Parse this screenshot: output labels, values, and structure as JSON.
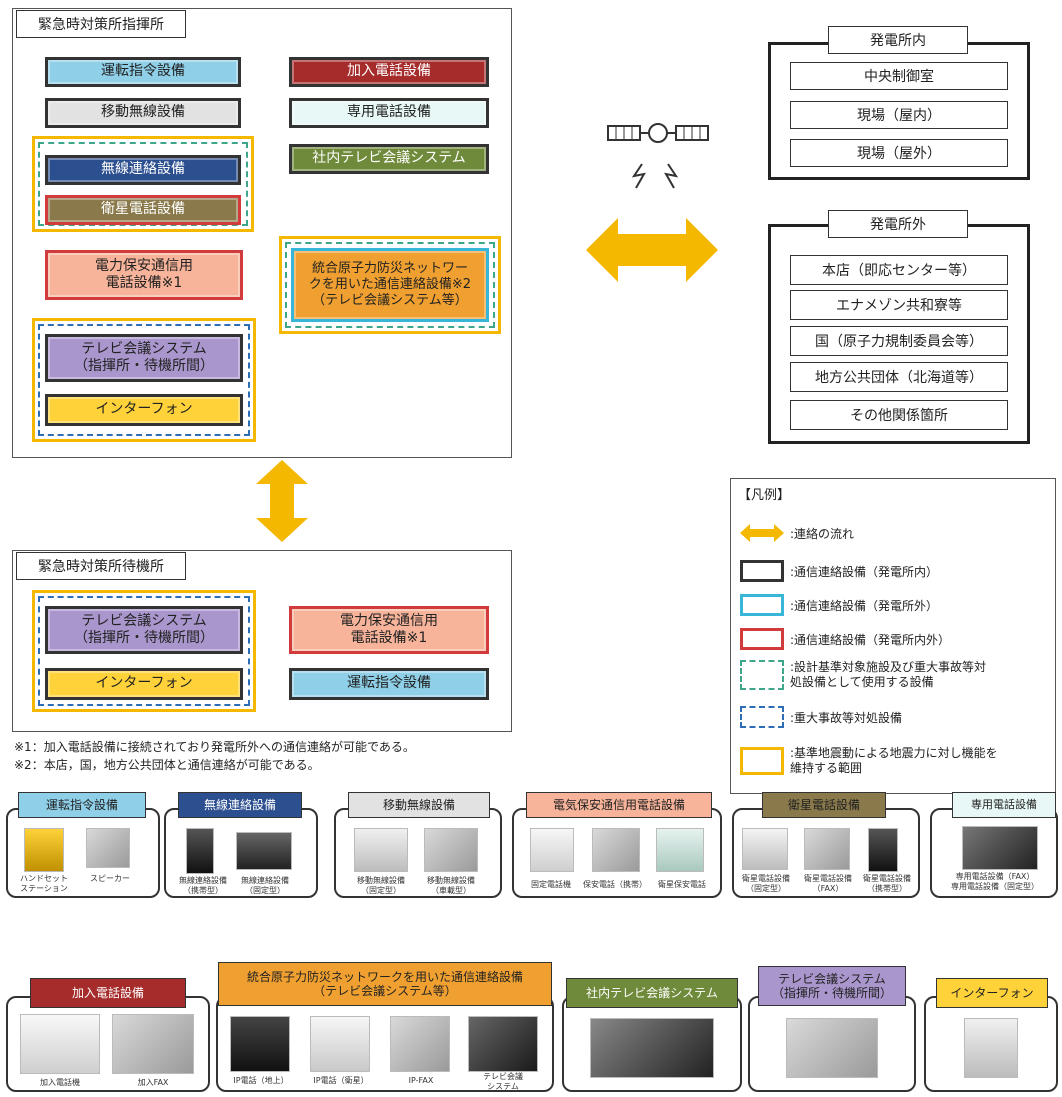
{
  "colors": {
    "light_blue": "#8fd0e8",
    "dark_red": "#a62b2b",
    "light_gray": "#e2e2e2",
    "pale_cyan": "#e7f8f6",
    "navy": "#2c4f8f",
    "olive_green": "#6f8a3a",
    "khaki": "#8a7a4b",
    "salmon": "#f7b49a",
    "orange": "#f0a030",
    "lavender": "#a996cc",
    "yellow": "#ffd23a",
    "arrow_orange": "#f5b800"
  },
  "command_post": {
    "title": "緊急時対策所指揮所",
    "equipment": [
      "運転指令設備",
      "加入電話設備",
      "移動無線設備",
      "専用電話設備",
      "無線連絡設備",
      "社内テレビ会議システム",
      "衛星電話設備",
      "電力保安通信用\n電話設備※1",
      "統合原子力防災ネットワー\nクを用いた通信連絡設備※2\n（テレビ会議システム等）",
      "テレビ会議システム\n（指揮所・待機所間）",
      "インターフォン"
    ]
  },
  "standby_post": {
    "title": "緊急時対策所待機所",
    "equipment": [
      "テレビ会議システム\n（指揮所・待機所間）",
      "電力保安通信用\n電話設備※1",
      "インターフォン",
      "運転指令設備"
    ]
  },
  "inside_plant": {
    "title": "発電所内",
    "items": [
      "中央制御室",
      "現場（屋内）",
      "現場（屋外）"
    ]
  },
  "outside_plant": {
    "title": "発電所外",
    "items": [
      "本店（即応センター等）",
      "エナメゾン共和寮等",
      "国（原子力規制委員会等）",
      "地方公共団体（北海道等）",
      "その他関係箇所"
    ]
  },
  "notes": [
    "※1：加入電話設備に接続されており発電所外への通信連絡が可能である。",
    "※2：本店，国，地方公共団体と通信連絡が可能である。"
  ],
  "legend": {
    "title": "【凡例】",
    "items": [
      ":連絡の流れ",
      ":通信連絡設備（発電所内）",
      ":通信連絡設備（発電所外）",
      ":通信連絡設備（発電所内外）",
      ":設計基準対象施設及び重大事故等対\n処設備として使用する設備",
      ":重大事故等対処設備",
      ":基準地震動による地震力に対し機能を\n維持する範囲"
    ]
  },
  "categories": [
    {
      "label": "運転指令設備",
      "color": "#8fd0e8",
      "photos": [
        "ハンドセット\nステーション",
        "スピーカー"
      ]
    },
    {
      "label": "無線連絡設備",
      "color": "#2c4f8f",
      "photos": [
        "無線連絡設備\n（携帯型）",
        "無線連絡設備\n（固定型）"
      ]
    },
    {
      "label": "移動無線設備",
      "color": "#e2e2e2",
      "photos": [
        "移動無線設備\n（固定型）",
        "移動無線設備\n（車載型）"
      ]
    },
    {
      "label": "電気保安通信用電話設備",
      "color": "#f7b49a",
      "photos": [
        "固定電話機",
        "保安電話（携帯）",
        "衛星保安電話"
      ]
    },
    {
      "label": "衛星電話設備",
      "color": "#8a7a4b",
      "photos": [
        "衛星電話設備\n（固定型）",
        "衛星電話設備\n（FAX）",
        "衛星電話設備\n（携帯型）"
      ]
    },
    {
      "label": "専用電話設備",
      "color": "#e7f8f6",
      "photos": [
        "専用電話設備（FAX）\n専用電話設備（固定型）"
      ]
    },
    {
      "label": "加入電話設備",
      "color": "#a62b2b",
      "photos": [
        "加入電話機",
        "加入FAX"
      ]
    },
    {
      "label": "統合原子力防災ネットワークを用いた通信連絡設備\n（テレビ会議システム等）",
      "color": "#f0a030",
      "photos": [
        "IP電話（地上）",
        "IP電話（衛星）",
        "IP-FAX",
        "テレビ会議\nシステム"
      ]
    },
    {
      "label": "社内テレビ会議システム",
      "color": "#6f8a3a",
      "photos": [
        ""
      ]
    },
    {
      "label": "テレビ会議システム\n（指揮所・待機所間）",
      "color": "#a996cc",
      "photos": [
        ""
      ]
    },
    {
      "label": "インターフォン",
      "color": "#ffd23a",
      "photos": [
        ""
      ]
    }
  ]
}
